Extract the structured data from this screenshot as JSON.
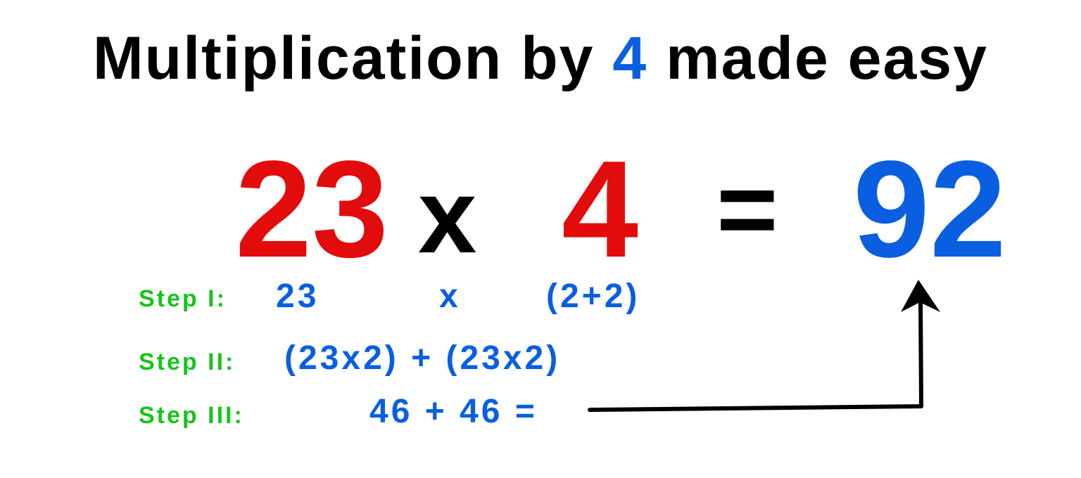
{
  "title": {
    "before": "Multiplication by ",
    "highlight": "4",
    "after": " made easy"
  },
  "equation": {
    "a": "23",
    "op": "x",
    "b": "4",
    "eq": "=",
    "result": "92"
  },
  "steps": [
    {
      "label": "Step I:",
      "parts": [
        "23",
        "x",
        "(2+2)"
      ]
    },
    {
      "label": "Step II:",
      "expr": "(23x2) + (23x2)"
    },
    {
      "label": "Step III:",
      "expr": "46 + 46 ="
    }
  ],
  "colors": {
    "red": "#e20c0c",
    "blue": "#0a5fe0",
    "green": "#17c41c",
    "black": "#000000"
  },
  "arrow": "arrow-to-result-icon"
}
